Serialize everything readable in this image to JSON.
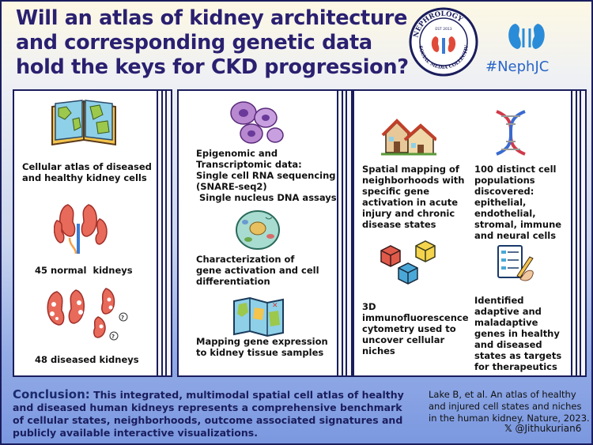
{
  "title": "Will an atlas of kidney architecture and corresponding genetic data hold the keys for CKD progression?",
  "logo_text": {
    "top": "NEPHROLOGY",
    "bottom": "SOCIAL MEDIA COLLECTIVE",
    "est": "EST 2013"
  },
  "hashtag": "#NephJC",
  "panel1": {
    "atlas_text": "Cellular atlas of diseased and healthy kidney cells",
    "normal_text": "45 normal  kidneys",
    "diseased_text": "48 diseased kidneys"
  },
  "panel2": {
    "epigenomic_text_1": "Epigenomic and",
    "epigenomic_text_2": "Transcriptomic data:",
    "epigenomic_text_3": "Single cell RNA sequencing",
    "epigenomic_text_4": "(SNARE-seq2)",
    "epigenomic_text_5": " Single nucleus DNA assays",
    "characterization_text": "Characterization of gene activation and cell differentiation",
    "mapping_text": "Mapping gene expression to kidney tissue samples"
  },
  "panel3": {
    "spatial_text": "Spatial mapping of neighborhoods with specific gene activation in acute injury and chronic disease states",
    "populations_text": "100 distinct cell populations discovered: epithelial, endothelial, stromal, immune and neural cells",
    "immuno_text": "3D immunofluorescence cytometry used to uncover cellular niches",
    "identified_text": "Identified adaptive and maladaptive genes in healthy and diseased states as targets for therapeutics"
  },
  "conclusion": {
    "label": "Conclusion:",
    "text": " This integrated, multimodal spatial cell atlas of healthy and diseased human kidneys represents a comprehensive benchmark of cellular states, neighborhoods, outcome associated signatures and publicly available interactive visualizations."
  },
  "reference": "Lake B, et al. An atlas of healthy and injured cell states and niches in the human kidney. Nature, 2023.",
  "handle": "@Jithukurian6",
  "colors": {
    "navy": "#1a1d5c",
    "title": "#2a2070",
    "accent": "#2a66c8"
  }
}
